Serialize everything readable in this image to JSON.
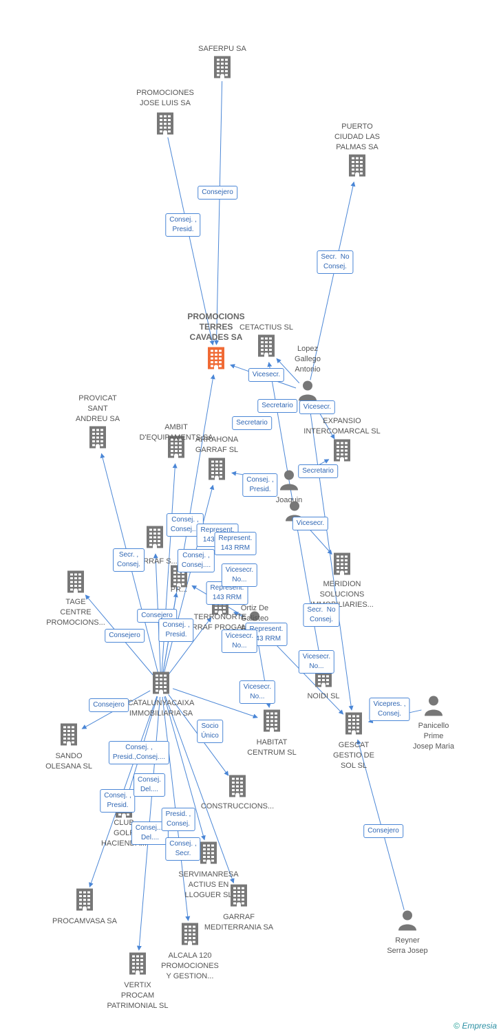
{
  "colors": {
    "edge": "#4a86d6",
    "node": "#777777",
    "center": "#f06a35"
  },
  "nodes": [
    {
      "id": "saferpu",
      "label": "SAFERPU SA",
      "type": "company"
    },
    {
      "id": "pjl",
      "label": "PROMOCIONES\nJOSE LUIS SA",
      "type": "company"
    },
    {
      "id": "puerto",
      "label": "PUERTO\nCIUDAD LAS\nPALMAS SA",
      "type": "company"
    },
    {
      "id": "main",
      "label": "PROMOCIONS\nTERRES\nCAVADES SA",
      "type": "center"
    },
    {
      "id": "cetactius",
      "label": "CETACTIUS SL",
      "type": "company"
    },
    {
      "id": "lopez",
      "label": "Lopez\nGallego\nAntonio",
      "type": "person"
    },
    {
      "id": "provicat",
      "label": "PROVICAT\nSANT\nANDREU SA",
      "type": "company"
    },
    {
      "id": "ambit",
      "label": "AMBIT\nD'EQUIPAMENTS SA",
      "type": "company"
    },
    {
      "id": "arrahona",
      "label": "ARRAHONA\nGARRAF SL",
      "type": "company"
    },
    {
      "id": "expansio",
      "label": "EXPANSIO\nINTERCOMARCAL SL",
      "type": "company"
    },
    {
      "id": "joaquin",
      "label": "Joaquin",
      "type": "person"
    },
    {
      "id": "garrafs",
      "label": "GARRAF S...",
      "type": "company"
    },
    {
      "id": "person3",
      "label": "",
      "type": "person"
    },
    {
      "id": "tage",
      "label": "TAGE\nCENTRE\nPROMOCIONS...",
      "type": "company"
    },
    {
      "id": "meridion",
      "label": "MERIDION\nSOLUCIONS\nIMMOBILIARIES...",
      "type": "company"
    },
    {
      "id": "pr",
      "label": "PR...",
      "type": "company"
    },
    {
      "id": "ortiz",
      "label": "Ortiz De\nGalisteo\nRoberto\nFrancisco...",
      "type": "person"
    },
    {
      "id": "terronorte",
      "label": "TERRONORTE\nGARRAF PROGAM SL",
      "type": "company"
    },
    {
      "id": "catalunya",
      "label": "CATALUNYACAIXA\nIMMOBILIARIA SA",
      "type": "company"
    },
    {
      "id": "noidi",
      "label": "NOIDI SL",
      "type": "company"
    },
    {
      "id": "panicello",
      "label": "Panicello\nPrime\nJosep Maria",
      "type": "person"
    },
    {
      "id": "sando",
      "label": "SANDO\nOLESANA SL",
      "type": "company"
    },
    {
      "id": "habitat",
      "label": "HABITAT\nCENTRUM SL",
      "type": "company"
    },
    {
      "id": "gescat",
      "label": "GESCAT\nGESTIO DE\nSOL SL",
      "type": "company"
    },
    {
      "id": "construccions",
      "label": "CONSTRUCCIONS...",
      "type": "company"
    },
    {
      "id": "club",
      "label": "CLUB\nGOLF\nHACIENDA...",
      "type": "company"
    },
    {
      "id": "servimanresa",
      "label": "SERVIMANRESA\nACTIUS EN\nLLOGUER SL",
      "type": "company"
    },
    {
      "id": "procamvasa",
      "label": "PROCAMVASA SA",
      "type": "company"
    },
    {
      "id": "garrafmed",
      "label": "GARRAF\nMEDITERRANIA SA",
      "type": "company"
    },
    {
      "id": "reyner",
      "label": "Reyner\nSerra Josep",
      "type": "person"
    },
    {
      "id": "alcala",
      "label": "ALCALA 120\nPROMOCIONES\nY GESTION...",
      "type": "company"
    },
    {
      "id": "vertix",
      "label": "VERTIX\nPROCAM\nPATRIMONIAL SL",
      "type": "company"
    }
  ],
  "edges": [
    {
      "from": "saferpu",
      "to": "main",
      "label": "Consejero"
    },
    {
      "from": "pjl",
      "to": "main",
      "label": "Consej. ,\nPresid."
    },
    {
      "from": "lopez",
      "to": "puerto",
      "label": "Secr.  No\nConsej."
    },
    {
      "from": "catalunya",
      "to": "provicat",
      "label": "Secr. ,\nConsej."
    },
    {
      "from": "catalunya",
      "to": "tage",
      "label": "Consejero"
    },
    {
      "from": "catalunya",
      "to": "sando",
      "label": "Consejero"
    },
    {
      "from": "catalunya",
      "to": "procamvasa",
      "label": "Consej. ,\nPresid."
    },
    {
      "from": "catalunya",
      "to": "vertix",
      "label": "Consej....\nDel...."
    },
    {
      "from": "catalunya",
      "to": "alcala",
      "label": "Consej. ,\nSecr."
    },
    {
      "from": "catalunya",
      "to": "ambit",
      "label": "Consej. ,\nConsej...."
    },
    {
      "from": "catalunya",
      "to": "arrahona",
      "label": "Represent.\n143 RRM"
    },
    {
      "from": "catalunya",
      "to": "main",
      "label": "Consej. ,\nConsej...."
    },
    {
      "from": "catalunya",
      "to": "garrafs",
      "label": "Consejero"
    },
    {
      "from": "catalunya",
      "to": "club",
      "label": "Consej.\nDel...."
    },
    {
      "from": "catalunya",
      "to": "servimanresa",
      "label": "Presid. ,\nConsej."
    },
    {
      "from": "catalunya",
      "to": "garrafmed",
      "label": "Represent.\n143 RRM"
    },
    {
      "from": "catalunya",
      "to": "habitat",
      "label": "Socio\nÚnico"
    },
    {
      "from": "catalunya",
      "to": "construccions",
      "label": "Consej. ,\nPresid.,Consej...."
    },
    {
      "from": "catalunya",
      "to": "pr",
      "label": "Represent.\n143 RRM"
    },
    {
      "from": "catalunya",
      "to": "terronorte",
      "label": "Consej. ,\nPresid."
    },
    {
      "from": "lopez",
      "to": "main",
      "label": "Secretario"
    },
    {
      "from": "lopez",
      "to": "cetactius",
      "label": "Vicesecr."
    },
    {
      "from": "lopez",
      "to": "gescat",
      "label": "Vicesecr.\nNo..."
    },
    {
      "from": "lopez",
      "to": "expansio",
      "label": "Vicesecr."
    },
    {
      "from": "joaquin",
      "to": "arrahona",
      "label": "Consej. ,\nPresid."
    },
    {
      "from": "joaquin",
      "to": "expansio",
      "label": "Secretario"
    },
    {
      "from": "person3",
      "to": "meridion",
      "label": "Vicesecr."
    },
    {
      "from": "person3",
      "to": "noidi",
      "label": "Secr.  No\nConsej."
    },
    {
      "from": "person3",
      "to": "cetactius",
      "label": "Secretario"
    },
    {
      "from": "ortiz",
      "to": "gescat",
      "label": "Vicesecr.\nNo..."
    },
    {
      "from": "ortiz",
      "to": "habitat",
      "label": "Vicesecr.\nNo..."
    },
    {
      "from": "ortiz",
      "to": "pr",
      "label": "Represent.\n143 RRM"
    },
    {
      "from": "ortiz",
      "to": "terronorte",
      "label": "Vicesecr.\nNo..."
    },
    {
      "from": "panicello",
      "to": "gescat",
      "label": "Vicepres. ,\nConsej."
    },
    {
      "from": "reyner",
      "to": "gescat",
      "label": "Consejero"
    }
  ],
  "footer": {
    "copyright": "©",
    "brand": "Empresia"
  }
}
